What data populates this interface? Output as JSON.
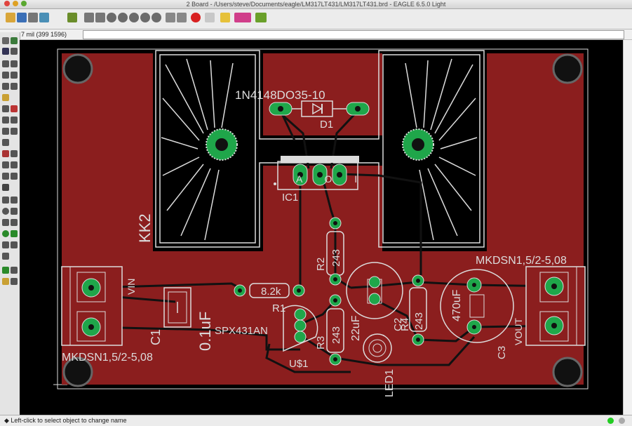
{
  "window": {
    "title": "2 Board - /Users/steve/Documents/eagle/LM317LT431/LM317LT431.brd - EAGLE 6.5.0 Light"
  },
  "command_bar": {
    "grid_readout": "7 mil (399 1596)"
  },
  "status": {
    "message": "◆ Left-click to select object to change name"
  },
  "board": {
    "component_labels": {
      "diode_package": "1N4148DO35-10",
      "diode": "D1",
      "ic": "IC1",
      "ic_pins": "A O I",
      "heatsink": "KK2",
      "r1_value": "8.2k",
      "r1": "R1",
      "c1": "C1",
      "c1_value": "0.1uF",
      "u1_part": "SPX431AN",
      "u1": "U$1",
      "r2": "R2",
      "r2_value": "243",
      "r3": "R3",
      "r3_value": "243",
      "c2_value": "22uF",
      "c2": "C2",
      "r4": "R4",
      "r4_value": "243",
      "c3_value": "470uF",
      "c3": "C3",
      "led": "LED1",
      "connector_left_part": "MKDSN1,5/2-5,08",
      "connector_right_part": "MKDSN1,5/2-5,08",
      "vin": "VIN",
      "vout": "VOUT"
    }
  },
  "colors": {
    "copper": "#8b1e1e",
    "background": "#000000",
    "pad": "#1fa64a",
    "silkscreen": "#dcdcdc"
  }
}
